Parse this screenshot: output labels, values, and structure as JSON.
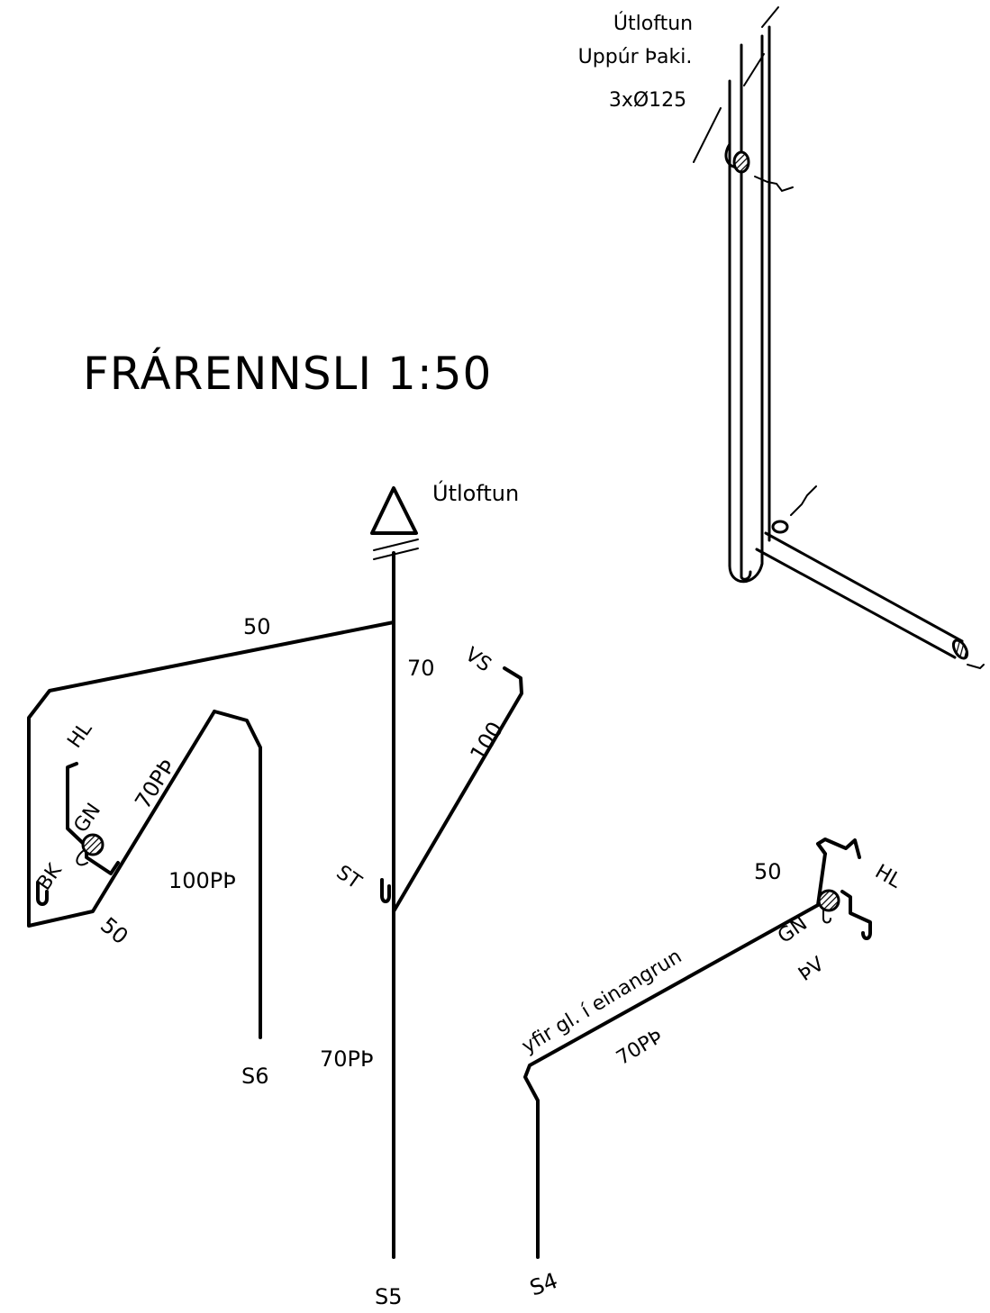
{
  "title": "FRÁRENNSLI 1:50",
  "vent_label": "Útloftun",
  "iso_vent": {
    "line1": "Útloftun",
    "line2": "Uppúr Þaki.",
    "line3": "3xØ125"
  },
  "labels": {
    "pipe_50_top": "50",
    "pipe_70_main": "70",
    "vs": "VS",
    "pipe_100": "100",
    "hl_left": "HL",
    "pipe_70pth_diag": "70PÞ",
    "gn_left": "GN",
    "bk": "BK",
    "pipe_50_bottom": "50",
    "pipe_100pth": "100PÞ",
    "st": "ST",
    "pipe_70pth_main": "70PÞ",
    "s6": "S6",
    "s5": "S5",
    "s4": "S4",
    "pipe_50_right": "50",
    "hl_right": "HL",
    "gn_right": "GN",
    "pv": "ÞV",
    "insulation_note": "yfir gl. í einangrun",
    "pipe_70pth_right": "70PÞ"
  }
}
